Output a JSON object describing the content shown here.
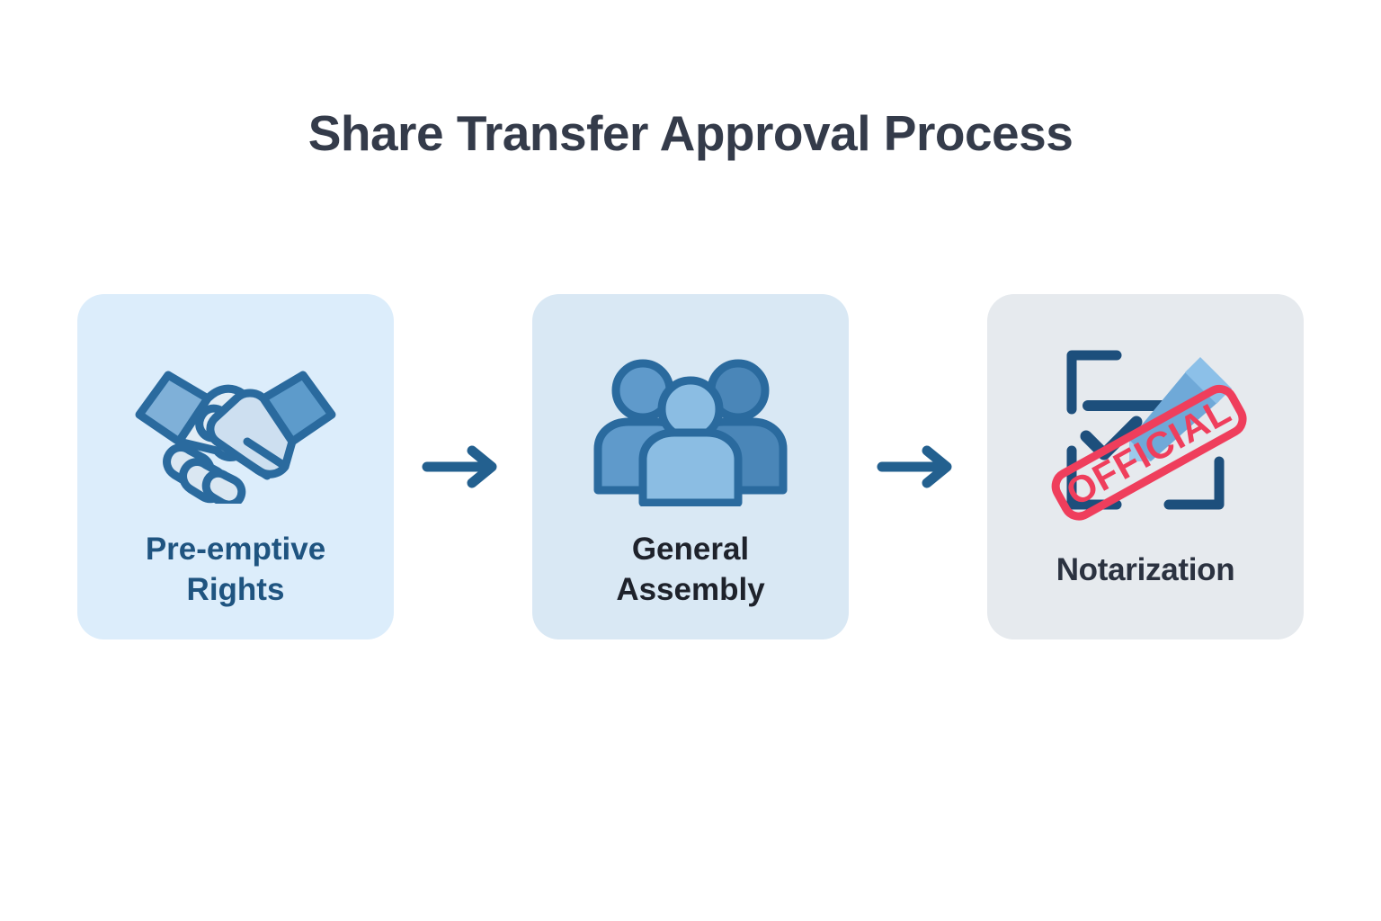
{
  "page": {
    "title": "Share Transfer Approval Process",
    "background_color": "#ffffff",
    "title_color": "#343b4a"
  },
  "flow": {
    "steps": [
      {
        "id": "pre-emptive-rights",
        "label_line1": "Pre-emptive",
        "label_line2": "Rights",
        "icon": "handshake-icon",
        "card_color": "#dcedfb",
        "label_color": "#1f5480"
      },
      {
        "id": "general-assembly",
        "label_line1": "General",
        "label_line2": "Assembly",
        "icon": "people-group-icon",
        "card_color": "#d9e8f4",
        "label_color": "#1e222b"
      },
      {
        "id": "notarization",
        "label_line1": "Notarization",
        "label_line2": "",
        "icon": "notarized-document-icon",
        "card_color": "#e6eaee",
        "label_color": "#2b3240"
      }
    ],
    "connectors": [
      {
        "id": "arrow-1",
        "icon": "arrow-right-icon",
        "color": "#23608f"
      },
      {
        "id": "arrow-2",
        "icon": "arrow-right-icon",
        "color": "#23608f"
      }
    ],
    "stamp_text": "OFFICIAL",
    "stamp_color": "#ef3e5c",
    "icon_outline_color": "#2a6a9e",
    "icon_dark_color": "#1d4f7c"
  }
}
